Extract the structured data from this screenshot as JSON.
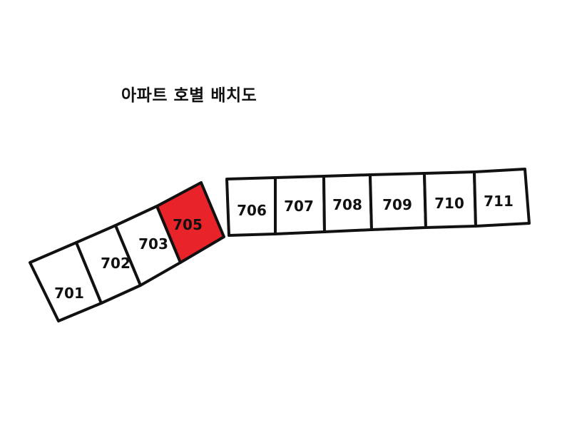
{
  "title": "아파트 호별 배치도",
  "units": [
    {
      "number": "701",
      "highlighted": false
    },
    {
      "number": "702",
      "highlighted": false
    },
    {
      "number": "703",
      "highlighted": false
    },
    {
      "number": "705",
      "highlighted": true
    },
    {
      "number": "706",
      "highlighted": false
    },
    {
      "number": "707",
      "highlighted": false
    },
    {
      "number": "708",
      "highlighted": false
    },
    {
      "number": "709",
      "highlighted": false
    },
    {
      "number": "710",
      "highlighted": false
    },
    {
      "number": "711",
      "highlighted": false
    }
  ],
  "colors": {
    "highlight": "#e8232a",
    "outline": "#111111",
    "unit_fill": "#ffffff",
    "label": "#111111"
  }
}
